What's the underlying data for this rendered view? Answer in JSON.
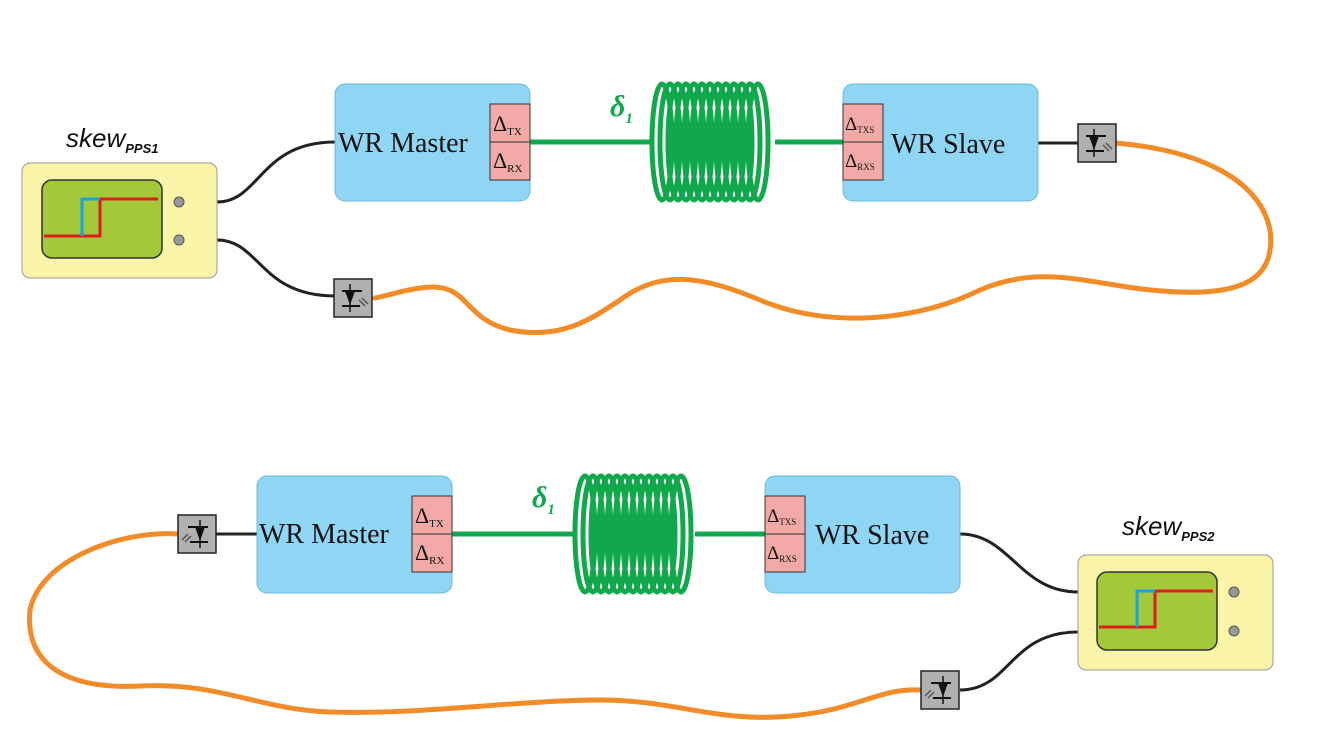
{
  "colors": {
    "wr_box": "#8fd6f5",
    "delta_box": "#f3a9a7",
    "fiber_green": "#10a84a",
    "fiber_orange": "#f28c28",
    "cable_black": "#222222",
    "scope_outer": "#fbf5a9",
    "scope_screen": "#a3c93a",
    "trace_red": "#e01b1b",
    "trace_blue": "#1aa3e0",
    "converter": "#b0b0b0"
  },
  "setups": [
    {
      "master": {
        "label": "WR Master",
        "delta_tx": "Δ",
        "delta_tx_sub": "TX",
        "delta_rx": "Δ",
        "delta_rx_sub": "RX"
      },
      "slave": {
        "label": "WR Slave",
        "delta_txs": "Δ",
        "delta_txs_sub": "TXS",
        "delta_rxs": "Δ",
        "delta_rxs_sub": "RXS"
      },
      "fiber_label": "δ",
      "fiber_label_sub": "1",
      "skew_label": "skew",
      "skew_sub": "PPS1",
      "icons": [
        "oscilloscope-icon",
        "optical-converter-icon",
        "optical-converter-icon",
        "fiber-spool-icon"
      ]
    },
    {
      "master": {
        "label": "WR Master",
        "delta_tx": "Δ",
        "delta_tx_sub": "TX",
        "delta_rx": "Δ",
        "delta_rx_sub": "RX"
      },
      "slave": {
        "label": "WR Slave",
        "delta_txs": "Δ",
        "delta_txs_sub": "TXS",
        "delta_rxs": "Δ",
        "delta_rxs_sub": "RXS"
      },
      "fiber_label": "δ",
      "fiber_label_sub": "1",
      "skew_label": "skew",
      "skew_sub": "PPS2",
      "icons": [
        "oscilloscope-icon",
        "optical-converter-icon",
        "optical-converter-icon",
        "fiber-spool-icon"
      ]
    }
  ]
}
